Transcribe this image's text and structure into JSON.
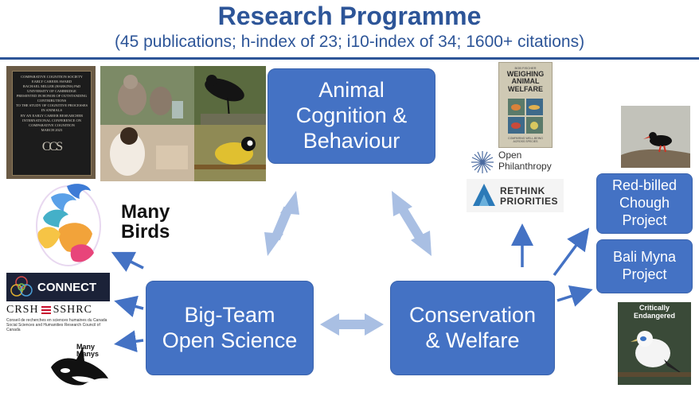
{
  "header": {
    "title": "Research Programme",
    "subtitle": "(45 publications; h-index of 23; i10-index of 34; 1600+ citations)"
  },
  "nodes": {
    "animal_cognition": "Animal\nCognition &\nBehaviour",
    "big_team": "Big-Team\nOpen Science",
    "conservation": "Conservation\n& Welfare",
    "chough": "Red-billed\nChough\nProject",
    "myna": "Bali Myna\nProject"
  },
  "logos": {
    "manybirds": "Many\nBirds",
    "connect": "CONNECT",
    "crsh": "CRSH",
    "sshrc": "SSHRC",
    "crsh_small": "Conseil de recherches en sciences humaines du Canada\nSocial Sciences and Humanities Research Council of Canada",
    "manymanys": "Many\nManys",
    "open_philanthropy": "Open\nPhilanthropy",
    "rethink": "RETHINK\nPRIORITIES"
  },
  "book": {
    "author": "BOB FISCHER",
    "title": "WEIGHING\nANIMAL\nWELFARE",
    "subtitle": "COMPARING WELL-BEING\nACROSS SPECIES"
  },
  "plaque": {
    "text": "COMPARATIVE COGNITION SOCIETY\nEARLY CAREER AWARD\nRACHAEL MILLER (HARKINS) PhD\nUNIVERSITY OF CAMBRIDGE\nPRESENTED IN HONOR OF OUTSTANDING CONTRIBUTIONS\nTO THE STUDY OF COGNITIVE PROCESSES IN ANIMALS\nBY AN EARLY CAREER RESEARCHER\nINTERNATIONAL CONFERENCE ON COMPARATIVE COGNITION\nMARCH 2023",
    "monogram": "CCS"
  },
  "badges": {
    "critically_endangered": "Critically\nEndangered"
  },
  "colors": {
    "box": "#4472c4",
    "title": "#2d5598",
    "arrow_light": "#a9bfe3",
    "arrow_dark": "#4472c4"
  }
}
